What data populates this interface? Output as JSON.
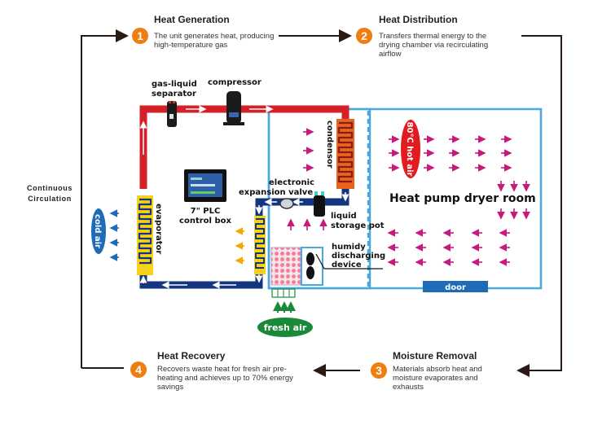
{
  "steps": [
    {
      "number": "1",
      "title": "Heat Generation",
      "description": "The unit generates heat, producing high-temperature gas"
    },
    {
      "number": "2",
      "title": "Heat Distribution",
      "description": "Transfers thermal energy to the drying chamber via recirculating airflow"
    },
    {
      "number": "3",
      "title": "Moisture Removal",
      "description": "Materials absorb heat and moisture evaporates and exhausts"
    },
    {
      "number": "4",
      "title": "Heat Recovery",
      "description": "Recovers waste heat for fresh air pre-heating and achieves up to 70% energy savings"
    }
  ],
  "cycle_label": {
    "line1": "Continuous",
    "line2": "Circulation"
  },
  "components": {
    "gas_liquid_separator": {
      "line1": "gas-liquid",
      "line2": "separator"
    },
    "compressor": "compressor",
    "condensor": "condensor",
    "evaporator": "evaporator",
    "plc": {
      "line1": "7\"  PLC",
      "line2": "control box"
    },
    "expansion_valve": {
      "line1": "electronic",
      "line2": "expansion valve"
    },
    "liquid_storage": {
      "line1": "liquid",
      "line2": "storage pot"
    },
    "humidity_device": {
      "line1": "humidy",
      "line2": "discharging",
      "line3": "device"
    },
    "dryer_room": "Heat pump dryer room",
    "door": "door",
    "hot_air": "80℃ hot air",
    "cold_air": "cold air",
    "fresh_air": "fresh air"
  },
  "colors": {
    "badge": "#ef7d0f",
    "hot_pipe": "#d42027",
    "cold_pipe": "#14357f",
    "room_outline": "#4aa8de",
    "coil": "#f7d117",
    "condensor": "#e8641b",
    "airflow": "#c8197e",
    "fresh_air": "#1a8a3a",
    "door": "#1e6bb8"
  }
}
